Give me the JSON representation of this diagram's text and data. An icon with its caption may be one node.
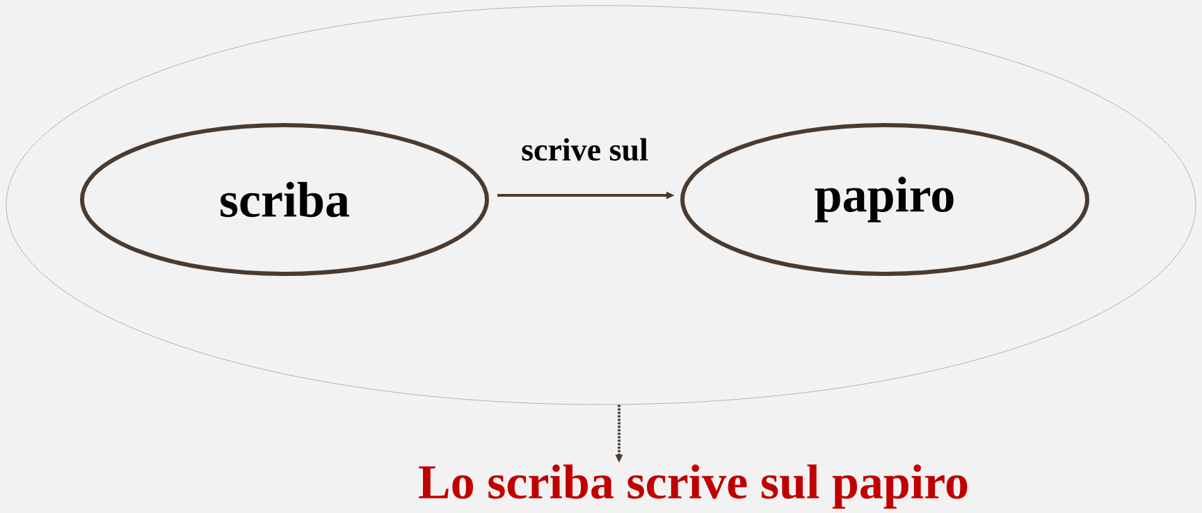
{
  "diagram": {
    "nodes": [
      {
        "text": [],
        "shape": "ellipse"
      },
      {
        "text": [
          "scriba"
        ],
        "in": 0
      },
      {
        "text": [
          "papiro"
        ],
        "in": 0
      },
      {
        "text": [
          "Lo scriba scrive sul papiro"
        ]
      }
    ],
    "edges": [
      {
        "from": 1,
        "to": 2,
        "arrow": "to",
        "label": "scrive sul"
      },
      {
        "from": 0,
        "to": 3,
        "arrow": "to",
        "style": "dashed"
      }
    ]
  }
}
